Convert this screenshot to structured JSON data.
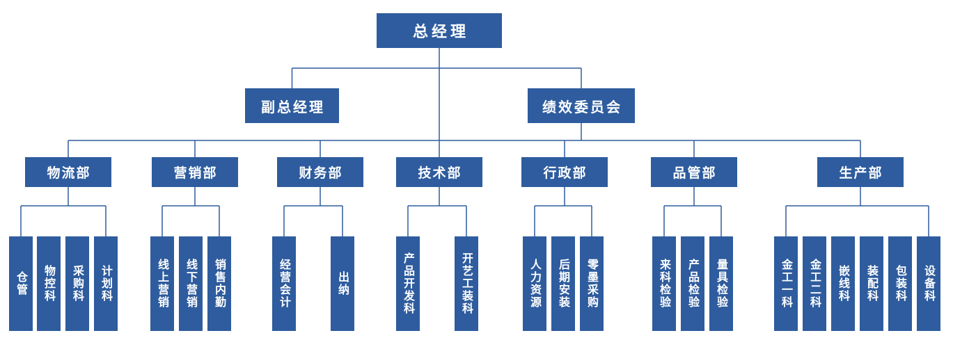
{
  "colors": {
    "box_fill": "#2e5c9e",
    "line": "#2e5c9e",
    "text": "#ffffff",
    "background": "#ffffff"
  },
  "chart_data": {
    "type": "org-tree",
    "root": "总经理",
    "levels": 4
  },
  "org": {
    "root": {
      "label": "总经理"
    },
    "executives": [
      {
        "label": "副总经理"
      },
      {
        "label": "绩效委员会"
      }
    ],
    "departments": [
      {
        "label": "物流部",
        "children": [
          "仓管",
          "物控科",
          "采购科",
          "计划科"
        ]
      },
      {
        "label": "营销部",
        "children": [
          "线上营销",
          "线下营销",
          "销售内勤"
        ]
      },
      {
        "label": "财务部",
        "children": [
          "经营会计",
          "出纳"
        ]
      },
      {
        "label": "技术部",
        "children": [
          "产品开发科",
          "开艺工装科"
        ]
      },
      {
        "label": "行政部",
        "children": [
          "人力资源",
          "后期安装",
          "零墨采购"
        ]
      },
      {
        "label": "品管部",
        "children": [
          "来科检验",
          "产品检验",
          "量具检验"
        ]
      },
      {
        "label": "生产部",
        "children": [
          "金工一科",
          "金工二科",
          "嵌线科",
          "装配科",
          "包装科",
          "设备科"
        ]
      }
    ]
  }
}
